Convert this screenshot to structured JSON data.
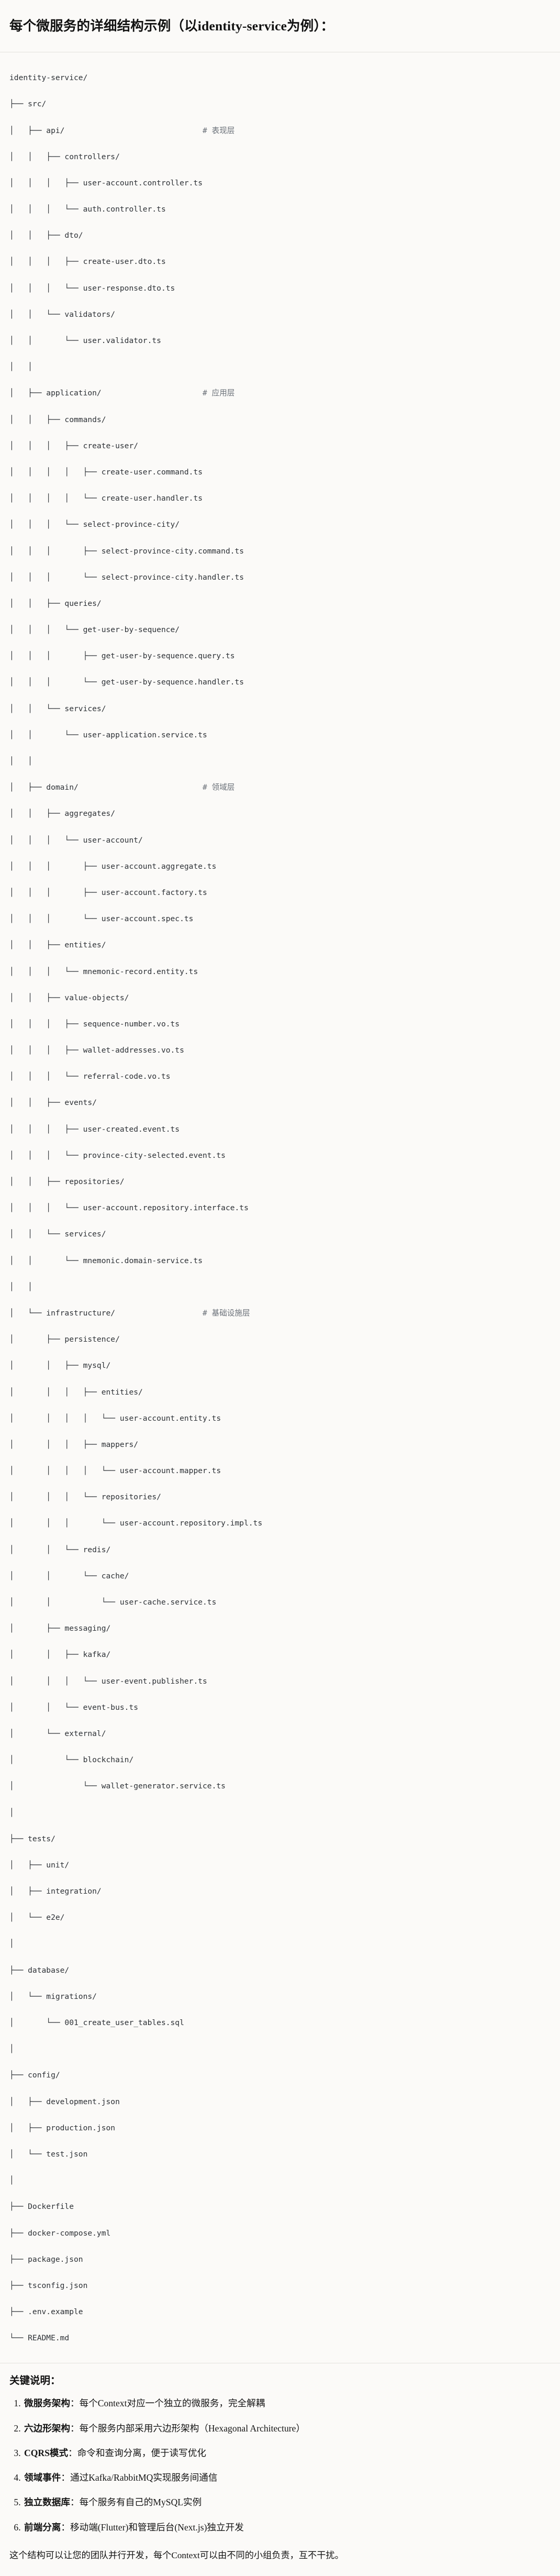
{
  "heading": "每个微服务的详细结构示例（以identity-service为例）：",
  "tree": {
    "lines": [
      {
        "text": "identity-service/",
        "comment": ""
      },
      {
        "text": "├── src/",
        "comment": ""
      },
      {
        "text": "│   ├── api/",
        "comment": "# 表现层"
      },
      {
        "text": "│   │   ├── controllers/",
        "comment": ""
      },
      {
        "text": "│   │   │   ├── user-account.controller.ts",
        "comment": ""
      },
      {
        "text": "│   │   │   └── auth.controller.ts",
        "comment": ""
      },
      {
        "text": "│   │   ├── dto/",
        "comment": ""
      },
      {
        "text": "│   │   │   ├── create-user.dto.ts",
        "comment": ""
      },
      {
        "text": "│   │   │   └── user-response.dto.ts",
        "comment": ""
      },
      {
        "text": "│   │   └── validators/",
        "comment": ""
      },
      {
        "text": "│   │       └── user.validator.ts",
        "comment": ""
      },
      {
        "text": "│   │",
        "comment": ""
      },
      {
        "text": "│   ├── application/",
        "comment": "# 应用层"
      },
      {
        "text": "│   │   ├── commands/",
        "comment": ""
      },
      {
        "text": "│   │   │   ├── create-user/",
        "comment": ""
      },
      {
        "text": "│   │   │   │   ├── create-user.command.ts",
        "comment": ""
      },
      {
        "text": "│   │   │   │   └── create-user.handler.ts",
        "comment": ""
      },
      {
        "text": "│   │   │   └── select-province-city/",
        "comment": ""
      },
      {
        "text": "│   │   │       ├── select-province-city.command.ts",
        "comment": ""
      },
      {
        "text": "│   │   │       └── select-province-city.handler.ts",
        "comment": ""
      },
      {
        "text": "│   │   ├── queries/",
        "comment": ""
      },
      {
        "text": "│   │   │   └── get-user-by-sequence/",
        "comment": ""
      },
      {
        "text": "│   │   │       ├── get-user-by-sequence.query.ts",
        "comment": ""
      },
      {
        "text": "│   │   │       └── get-user-by-sequence.handler.ts",
        "comment": ""
      },
      {
        "text": "│   │   └── services/",
        "comment": ""
      },
      {
        "text": "│   │       └── user-application.service.ts",
        "comment": ""
      },
      {
        "text": "│   │",
        "comment": ""
      },
      {
        "text": "│   ├── domain/",
        "comment": "# 领域层"
      },
      {
        "text": "│   │   ├── aggregates/",
        "comment": ""
      },
      {
        "text": "│   │   │   └── user-account/",
        "comment": ""
      },
      {
        "text": "│   │   │       ├── user-account.aggregate.ts",
        "comment": ""
      },
      {
        "text": "│   │   │       ├── user-account.factory.ts",
        "comment": ""
      },
      {
        "text": "│   │   │       └── user-account.spec.ts",
        "comment": ""
      },
      {
        "text": "│   │   ├── entities/",
        "comment": ""
      },
      {
        "text": "│   │   │   └── mnemonic-record.entity.ts",
        "comment": ""
      },
      {
        "text": "│   │   ├── value-objects/",
        "comment": ""
      },
      {
        "text": "│   │   │   ├── sequence-number.vo.ts",
        "comment": ""
      },
      {
        "text": "│   │   │   ├── wallet-addresses.vo.ts",
        "comment": ""
      },
      {
        "text": "│   │   │   └── referral-code.vo.ts",
        "comment": ""
      },
      {
        "text": "│   │   ├── events/",
        "comment": ""
      },
      {
        "text": "│   │   │   ├── user-created.event.ts",
        "comment": ""
      },
      {
        "text": "│   │   │   └── province-city-selected.event.ts",
        "comment": ""
      },
      {
        "text": "│   │   ├── repositories/",
        "comment": ""
      },
      {
        "text": "│   │   │   └── user-account.repository.interface.ts",
        "comment": ""
      },
      {
        "text": "│   │   └── services/",
        "comment": ""
      },
      {
        "text": "│   │       └── mnemonic.domain-service.ts",
        "comment": ""
      },
      {
        "text": "│   │",
        "comment": ""
      },
      {
        "text": "│   └── infrastructure/",
        "comment": "# 基础设施层"
      },
      {
        "text": "│       ├── persistence/",
        "comment": ""
      },
      {
        "text": "│       │   ├── mysql/",
        "comment": ""
      },
      {
        "text": "│       │   │   ├── entities/",
        "comment": ""
      },
      {
        "text": "│       │   │   │   └── user-account.entity.ts",
        "comment": ""
      },
      {
        "text": "│       │   │   ├── mappers/",
        "comment": ""
      },
      {
        "text": "│       │   │   │   └── user-account.mapper.ts",
        "comment": ""
      },
      {
        "text": "│       │   │   └── repositories/",
        "comment": ""
      },
      {
        "text": "│       │   │       └── user-account.repository.impl.ts",
        "comment": ""
      },
      {
        "text": "│       │   └── redis/",
        "comment": ""
      },
      {
        "text": "│       │       └── cache/",
        "comment": ""
      },
      {
        "text": "│       │           └── user-cache.service.ts",
        "comment": ""
      },
      {
        "text": "│       ├── messaging/",
        "comment": ""
      },
      {
        "text": "│       │   ├── kafka/",
        "comment": ""
      },
      {
        "text": "│       │   │   └── user-event.publisher.ts",
        "comment": ""
      },
      {
        "text": "│       │   └── event-bus.ts",
        "comment": ""
      },
      {
        "text": "│       └── external/",
        "comment": ""
      },
      {
        "text": "│           └── blockchain/",
        "comment": ""
      },
      {
        "text": "│               └── wallet-generator.service.ts",
        "comment": ""
      },
      {
        "text": "│",
        "comment": ""
      },
      {
        "text": "├── tests/",
        "comment": ""
      },
      {
        "text": "│   ├── unit/",
        "comment": ""
      },
      {
        "text": "│   ├── integration/",
        "comment": ""
      },
      {
        "text": "│   └── e2e/",
        "comment": ""
      },
      {
        "text": "│",
        "comment": ""
      },
      {
        "text": "├── database/",
        "comment": ""
      },
      {
        "text": "│   └── migrations/",
        "comment": ""
      },
      {
        "text": "│       └── 001_create_user_tables.sql",
        "comment": ""
      },
      {
        "text": "│",
        "comment": ""
      },
      {
        "text": "├── config/",
        "comment": ""
      },
      {
        "text": "│   ├── development.json",
        "comment": ""
      },
      {
        "text": "│   ├── production.json",
        "comment": ""
      },
      {
        "text": "│   └── test.json",
        "comment": ""
      },
      {
        "text": "│",
        "comment": ""
      },
      {
        "text": "├── Dockerfile",
        "comment": ""
      },
      {
        "text": "├── docker-compose.yml",
        "comment": ""
      },
      {
        "text": "├── package.json",
        "comment": ""
      },
      {
        "text": "├── tsconfig.json",
        "comment": ""
      },
      {
        "text": "├── .env.example",
        "comment": ""
      },
      {
        "text": "└── README.md",
        "comment": ""
      }
    ],
    "comment_column": 42
  },
  "notes": {
    "title": "关键说明：",
    "items": [
      {
        "term": "微服务架构",
        "sep": "：",
        "desc": "每个Context对应一个独立的微服务，完全解耦"
      },
      {
        "term": "六边形架构",
        "sep": "：",
        "desc": "每个服务内部采用六边形架构（Hexagonal Architecture）"
      },
      {
        "term": "CQRS模式",
        "sep": "：",
        "desc": "命令和查询分离，便于读写优化"
      },
      {
        "term": "领域事件",
        "sep": "：",
        "desc": "通过Kafka/RabbitMQ实现服务间通信"
      },
      {
        "term": "独立数据库",
        "sep": "：",
        "desc": "每个服务有自己的MySQL实例"
      },
      {
        "term": "前端分离",
        "sep": "：",
        "desc": "移动端(Flutter)和管理后台(Next.js)独立开发"
      }
    ],
    "closing": "这个结构可以让您的团队并行开发，每个Context可以由不同的小组负责，互不干扰。"
  },
  "colors": {
    "background": "#fbfaf8",
    "text": "#1f1f1f",
    "code_text": "#2d3136",
    "comment_text": "#6a7078",
    "rule": "#e3e1dd"
  }
}
